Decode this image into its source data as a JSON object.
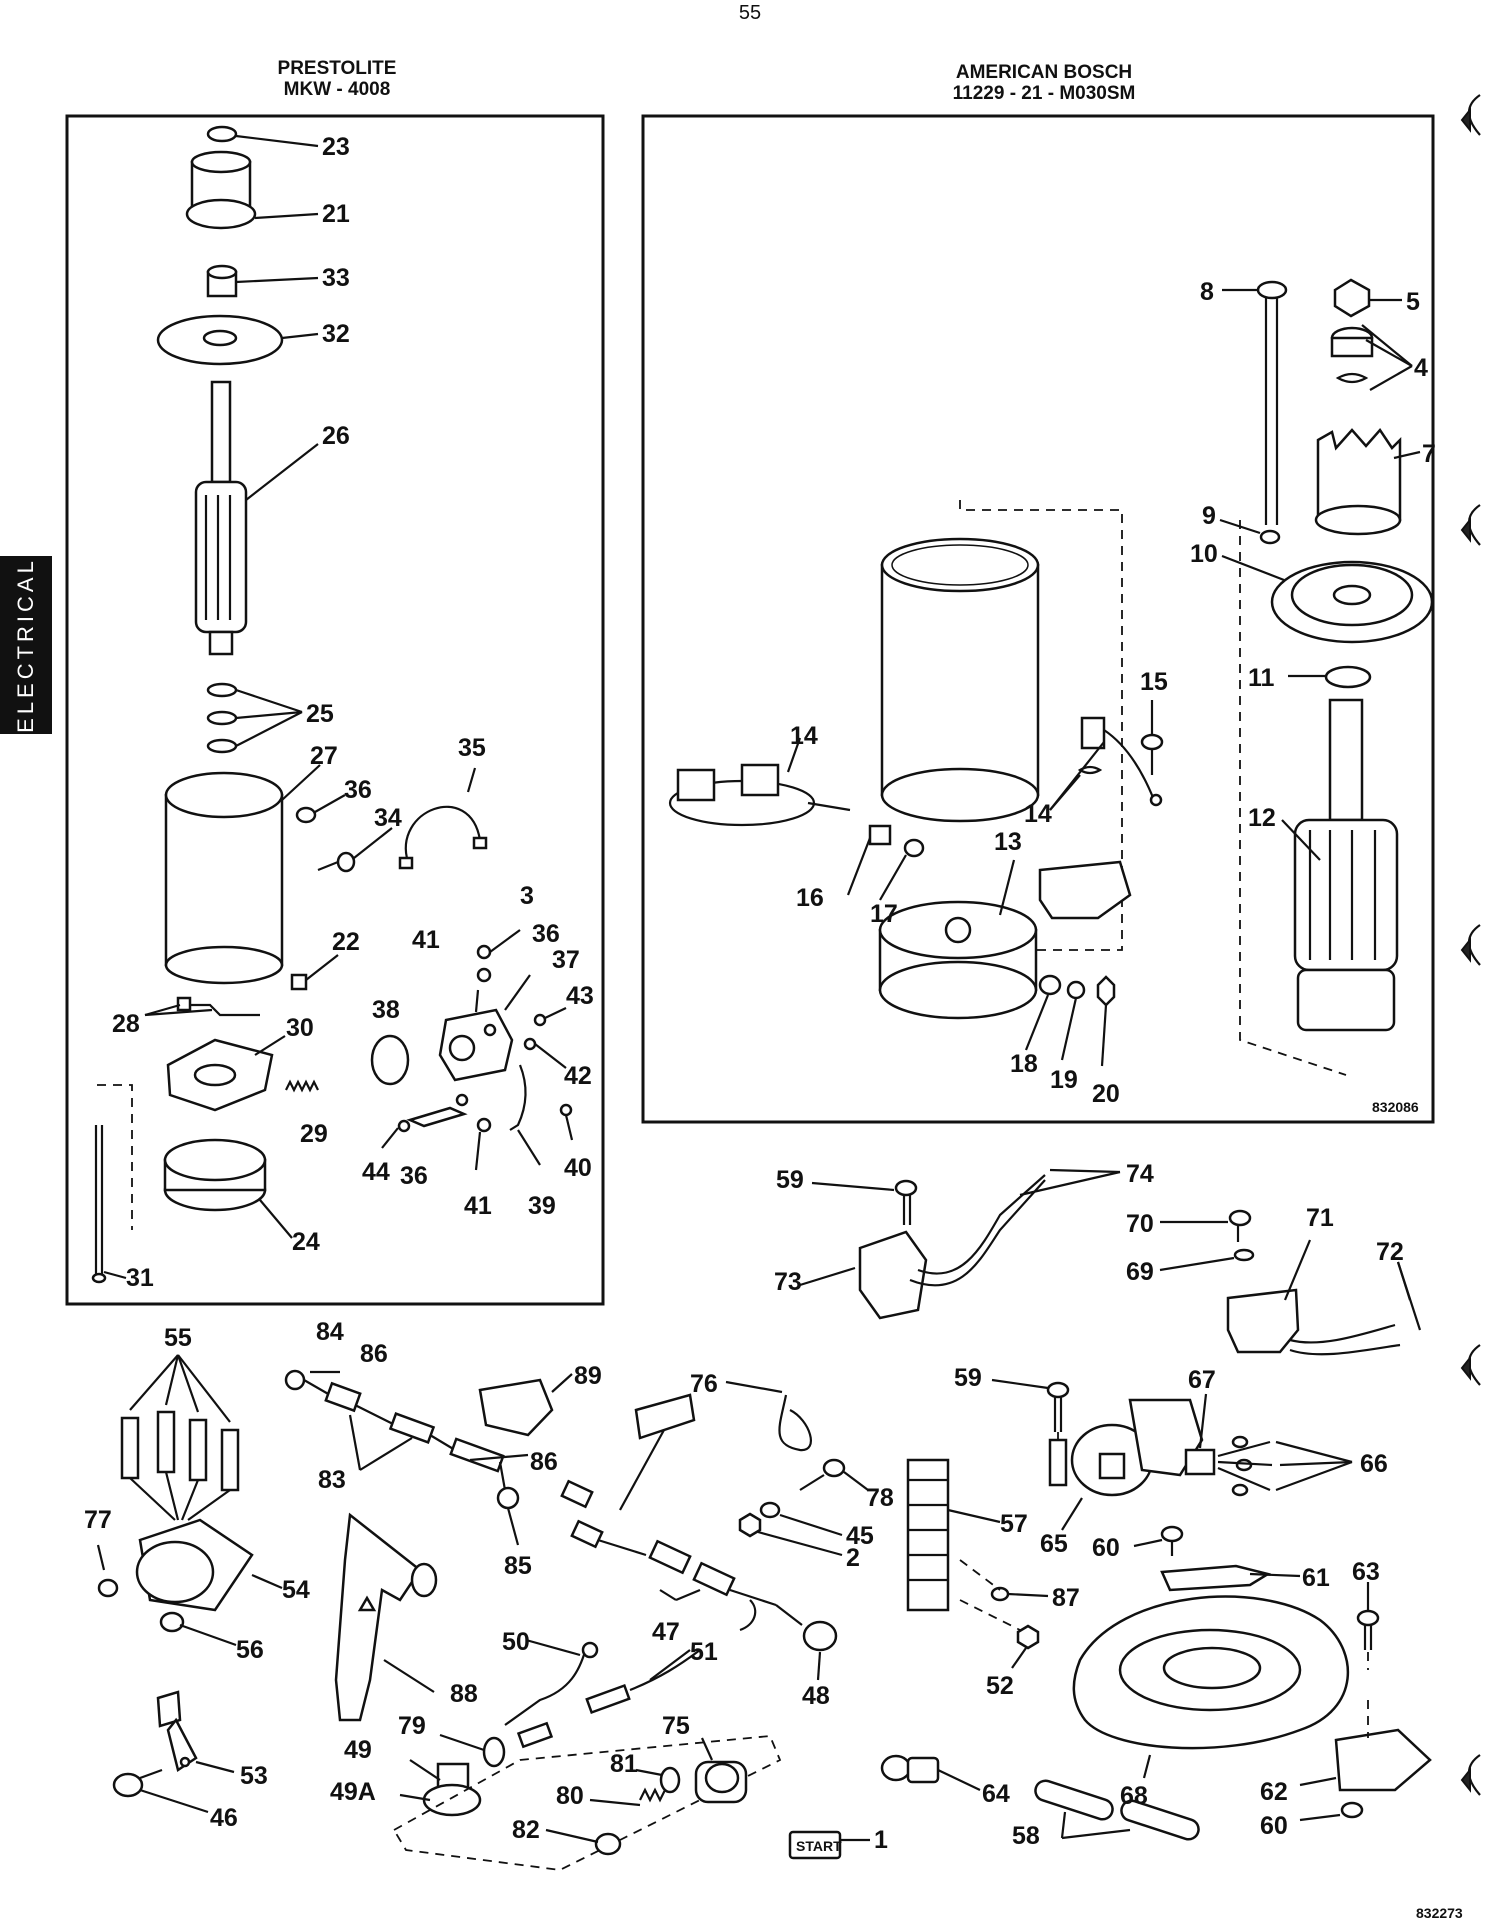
{
  "page_number": "55",
  "side_tab": "ELECTRICAL",
  "left_panel": {
    "title_line1": "PRESTOLITE",
    "title_line2": "MKW - 4008"
  },
  "right_panel": {
    "title_line1": "AMERICAN BOSCH",
    "title_line2": "11229 - 21 - M030SM",
    "ref_code": "832086"
  },
  "bottom_ref_code": "832273",
  "start_label": "START",
  "callouts": {
    "c23": "23",
    "c21": "21",
    "c33": "33",
    "c32": "32",
    "c26": "26",
    "c25": "25",
    "c27": "27",
    "c35": "35",
    "c36a": "36",
    "c34": "34",
    "c3": "3",
    "c41a": "41",
    "c36b": "36",
    "c37": "37",
    "c22": "22",
    "c43": "43",
    "c38": "38",
    "c42": "42",
    "c28": "28",
    "c30": "30",
    "c29": "29",
    "c44": "44",
    "c36c": "36",
    "c41b": "41",
    "c39": "39",
    "c40": "40",
    "c24": "24",
    "c31": "31",
    "c8": "8",
    "c5": "5",
    "c4": "4",
    "c7": "7",
    "c9": "9",
    "c10": "10",
    "c15": "15",
    "c11": "11",
    "c14a": "14",
    "c14b": "14",
    "c12": "12",
    "c13": "13",
    "c16": "16",
    "c17": "17",
    "c18": "18",
    "c19": "19",
    "c20": "20",
    "c59a": "59",
    "c74": "74",
    "c70": "70",
    "c71": "71",
    "c72": "72",
    "c69": "69",
    "c73": "73",
    "c55": "55",
    "c84": "84",
    "c86a": "86",
    "c89": "89",
    "c76": "76",
    "c59b": "59",
    "c67": "67",
    "c66": "66",
    "c83": "83",
    "c86b": "86",
    "c78": "78",
    "c57": "57",
    "c65": "65",
    "c77": "77",
    "c45": "45",
    "c2": "2",
    "c60a": "60",
    "c61": "61",
    "c63": "63",
    "c54": "54",
    "c85": "85",
    "c47": "47",
    "c87": "87",
    "c56": "56",
    "c50": "50",
    "c51": "51",
    "c88": "88",
    "c52": "52",
    "c48": "48",
    "c79": "79",
    "c75": "75",
    "c49": "49",
    "c53": "53",
    "c81": "81",
    "c49a": "49A",
    "c46": "46",
    "c80": "80",
    "c64": "64",
    "c68": "68",
    "c62": "62",
    "c58": "58",
    "c82": "82",
    "c1": "1",
    "c60b": "60"
  }
}
